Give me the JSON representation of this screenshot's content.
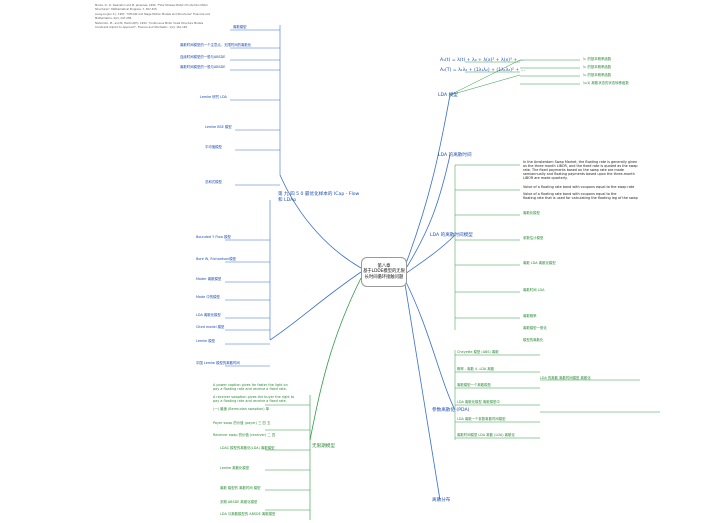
{
  "center": {
    "line1": "第八章",
    "line2": "基于LDDE模型的无限",
    "line3": "长时间循环接触问题"
  },
  "left": {
    "upper_refs": [
      "Moore, D., D. Swanston and M. Jensenas, 1994, \"Flow Strokes Model of Induction Motor",
      "Structures\", Mathematical Progress, 7, 307-325.",
      "Liang-Liu(Jun X.), 1997, \"CIFLOW and Stage Motion Models and Structures\" Financial and",
      "Mathematics, 4(2), 247-258.",
      "Nishimoto, M., and M. Hanford(H), 1993, \"Continuous Motor Scale Structure Models",
      "Constraint Adjoint to Approach\", Finance and Stochastic, 1(2), 161-165."
    ],
    "upper_branches": [
      "离散模型",
      "离散时间模型的一个注意点。无限时间的离散化",
      "连续时间模型的一般与ABSDE",
      "离散时间模型的一般与ABSDE",
      "Lemke 研究 LDA",
      "Lemke BSE 模型",
      "平均值模型",
      "总和式模型"
    ],
    "main_title": "第 九 四 5 0 最优化样本的 ICap - Flow",
    "main_sub": "和 LDAp",
    "mid_branches": [
      "Bounded Y Flow 模型",
      "Bore W, Richardson模型",
      "Moder 离散模型",
      "Mode 中的模型",
      "LDA 离散化模型",
      "Cited model 模型",
      "Lemke 模型",
      "中国 Lemke 模型的离散时间"
    ],
    "lower_title": "无限期模型",
    "lower_notes": [
      "A power caption gives far faster the light on",
      "pay a floating rate and receive a fixed rate.",
      "A receiver swaption gives the buyer the right to",
      "pay a floating rate and receive a fixed rate.",
      "(一) 最速 (Bermudan swaption) 单",
      "Payer swap 的价值 (payer) 三 四 五",
      "Receiver swap 的价值 (receiver) 二 四"
    ],
    "lower_branches": [
      "LDAC 模型的离散化(LDA) 离散模型",
      "Lemke 离散化模型",
      "离散 模型的 离散时间 模型",
      "多期 ABSDE 离散化模型",
      "LDA 与离散模型的 ABSDE 离散模型"
    ]
  },
  "right": {
    "top_formulas": [
      "A₁(t) = λ(t) + λ₀ + λ(x)² + λ(x)³ + ...",
      "A₂(T) = λ₁λ₂ + (1λ₁λ₂) + (1λ₁λ₂)² + ..."
    ],
    "top_leaves": [
      "λ₁ 的基本概率函数",
      "λ₂ 的基本概率函数",
      "λ₃ 的基本概率函数",
      "λ₄(t) 离散状态的状态转移函数"
    ],
    "branches": [
      "LDA 模型",
      "LDA 的离散时间",
      "LDA 的离散时间模型",
      "参数离散化 (PDA)",
      "离散分布"
    ],
    "mid_notes": [
      "In the Amsterdam Swap Market, the floating rate is generally given",
      "as the three month LIBOR, and the fixed rate is quoted as the swap",
      "rate. The fixed payments based on the swap rate are made",
      "semiannually and floating payments based upon the three-month",
      "LIBOR are made quarterly.",
      "Value of a floating rate bond with coupons equal to the swap rate",
      "Value of a floating rate bond with coupons equal to the",
      "floating rate that is used for calculating the floating leg of the swap"
    ],
    "sub_leaves": [
      "离散化模型",
      "参数估计模型",
      "离散 LDA 离散化模型",
      "离散时间 LDA",
      "离散概率",
      "离散模型一般化",
      "模型的离散化"
    ],
    "low_notes": [
      "Cheyette 模型 (ABS) 离散",
      "概率 - 离散 4 -LDA 离散",
      "离散模型一个离散模型",
      "LDA 离散化模型 离散模型中",
      "LDA 离散一个参数离散时间模型",
      "离散时间模型 LDA 离散 (LDA) 离散化",
      "LDA 的离散 离散时间模型 离散化"
    ]
  }
}
